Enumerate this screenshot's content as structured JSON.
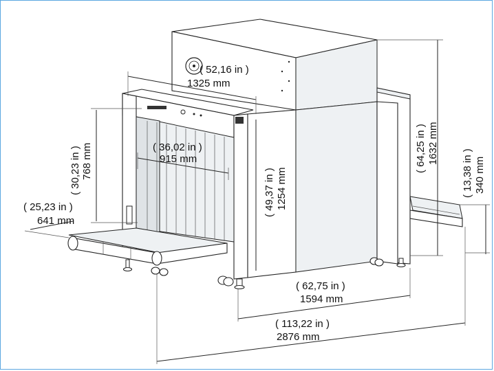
{
  "diagram": {
    "dimensions": {
      "length_in": "( 52,16 in )",
      "length_mm": "1325 mm",
      "tunnel_width_in": "( 36,02 in )",
      "tunnel_width_mm": "915 mm",
      "tunnel_height_in": "( 30,23 in )",
      "tunnel_height_mm": "768 mm",
      "conveyor_in": "( 25,23 in )",
      "conveyor_mm": "641 mm",
      "body_height_in": "( 49,37 in )",
      "body_height_mm": "1254 mm",
      "total_height_in": "( 64,25 in )",
      "total_height_mm": "1632 mm",
      "belt_height_in": "( 13,38 in )",
      "belt_height_mm": "340 mm",
      "body_length_in": "( 62,75 in )",
      "body_length_mm": "1594 mm",
      "total_length_in": "( 113,22 in )",
      "total_length_mm": "2876 mm"
    }
  }
}
